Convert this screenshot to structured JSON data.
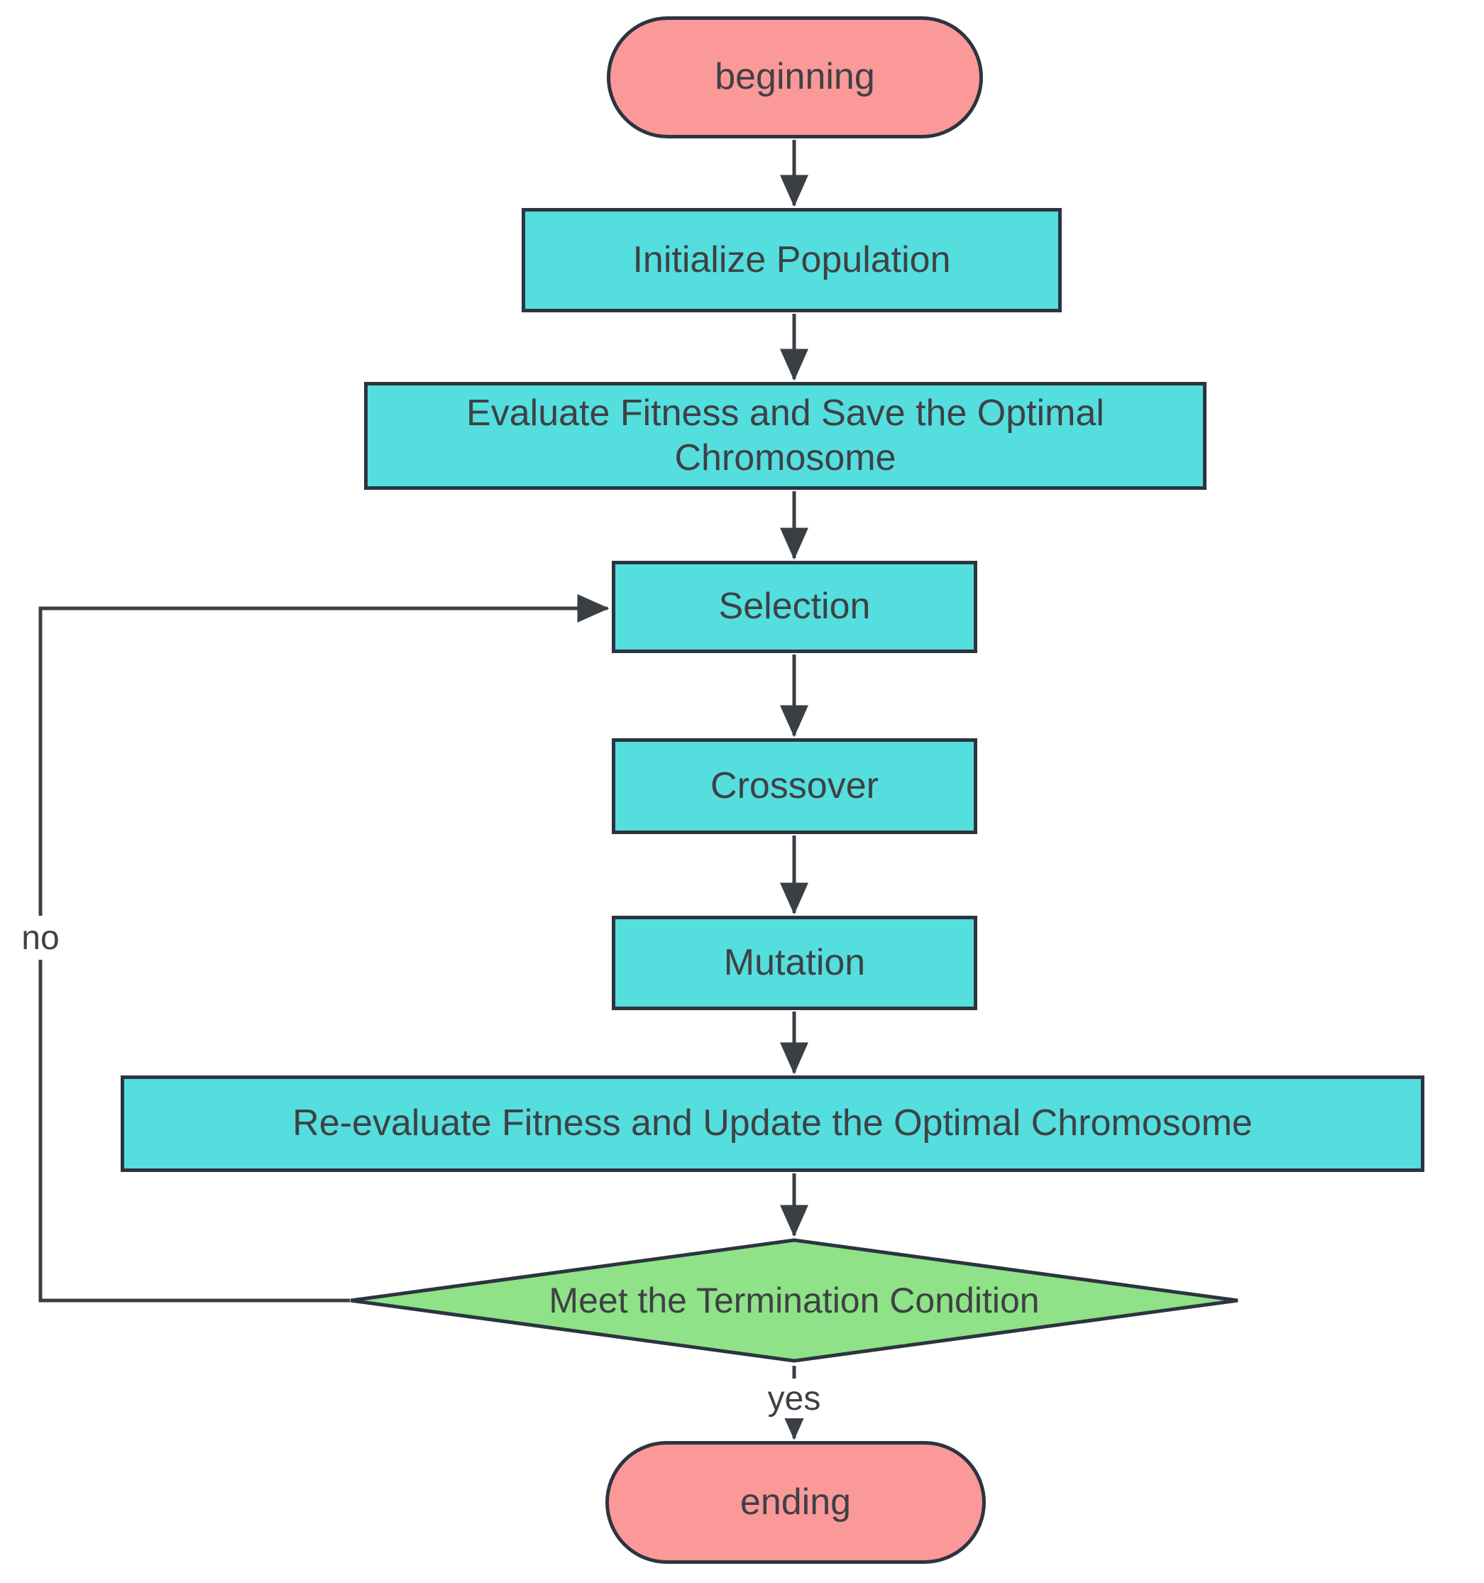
{
  "diagram": {
    "type": "flowchart",
    "colors": {
      "terminal_fill": "#FB9898",
      "process_fill": "#55DEDE",
      "decision_fill": "#8FE287",
      "border": "#2C3440",
      "arrow": "#3A3F46",
      "text": "#3E4145"
    },
    "nodes": {
      "beginning": {
        "type": "terminal",
        "label": "beginning"
      },
      "initialize": {
        "type": "process",
        "label": "Initialize Population"
      },
      "evaluate": {
        "type": "process",
        "label": "Evaluate Fitness and Save the Optimal Chromosome"
      },
      "selection": {
        "type": "process",
        "label": "Selection"
      },
      "crossover": {
        "type": "process",
        "label": "Crossover"
      },
      "mutation": {
        "type": "process",
        "label": "Mutation"
      },
      "reevaluate": {
        "type": "process",
        "label": "Re-evaluate Fitness and Update the Optimal Chromosome"
      },
      "decision": {
        "type": "decision",
        "label": "Meet the Termination Condition"
      },
      "ending": {
        "type": "terminal",
        "label": "ending"
      }
    },
    "edges": {
      "yes_label": "yes",
      "no_label": "no"
    }
  }
}
